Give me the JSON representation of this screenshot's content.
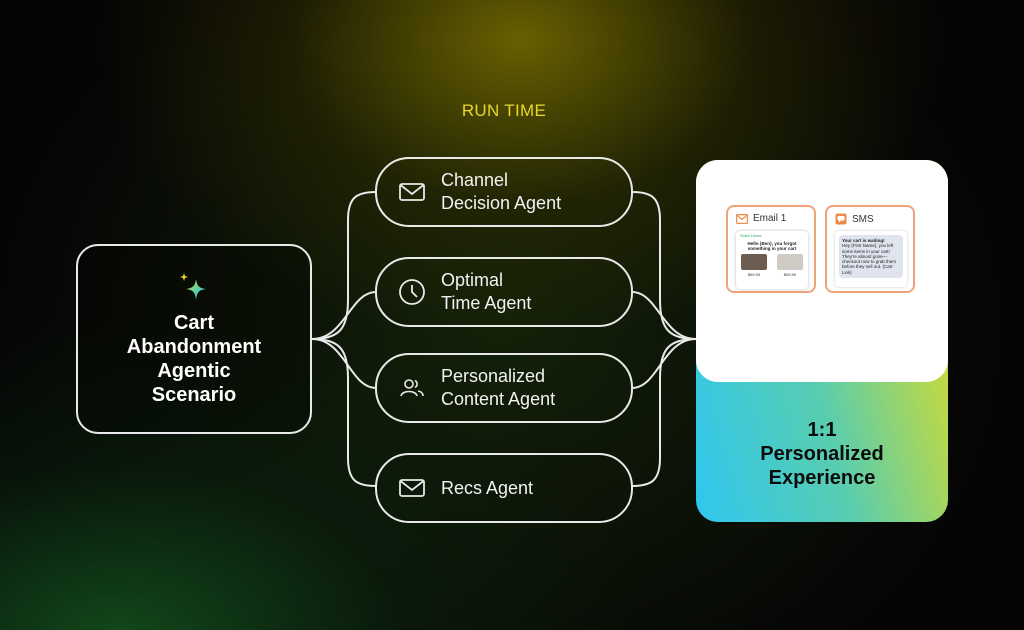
{
  "header": {
    "run_time": "RUN TIME"
  },
  "scenario": {
    "icon": "sparkle-icon",
    "lines": [
      "Cart",
      "Abandonment",
      "Agentic",
      "Scenario"
    ]
  },
  "agents": [
    {
      "icon": "mail-icon",
      "lines": [
        "Channel",
        "Decision Agent"
      ]
    },
    {
      "icon": "clock-icon",
      "lines": [
        "Optimal",
        "Time Agent"
      ]
    },
    {
      "icon": "people-icon",
      "lines": [
        "Personalized",
        "Content Agent"
      ]
    },
    {
      "icon": "mail-icon",
      "lines": [
        "Recs Agent"
      ]
    }
  ],
  "result": {
    "title_lines": [
      "1:1",
      "Personalized",
      "Experience"
    ],
    "email_card": {
      "label": "Email 1",
      "brand": "Soleil Home",
      "message": "Hello {Ben}, you forgot something in your cart",
      "prices": [
        "$59.99",
        "$59.99"
      ]
    },
    "sms_card": {
      "label": "SMS",
      "message_title": "Your cart is waiting!",
      "message": "Hey {First Name}, you left some items in your cart! They're almost gone—checkout now to grab them before they sell out. {Cart Link}"
    }
  },
  "colors": {
    "accent_yellow": "#e8d62a",
    "card_border": "#f0a37a",
    "gradient_start": "#2fc7f0",
    "gradient_end": "#d6dc3a"
  }
}
